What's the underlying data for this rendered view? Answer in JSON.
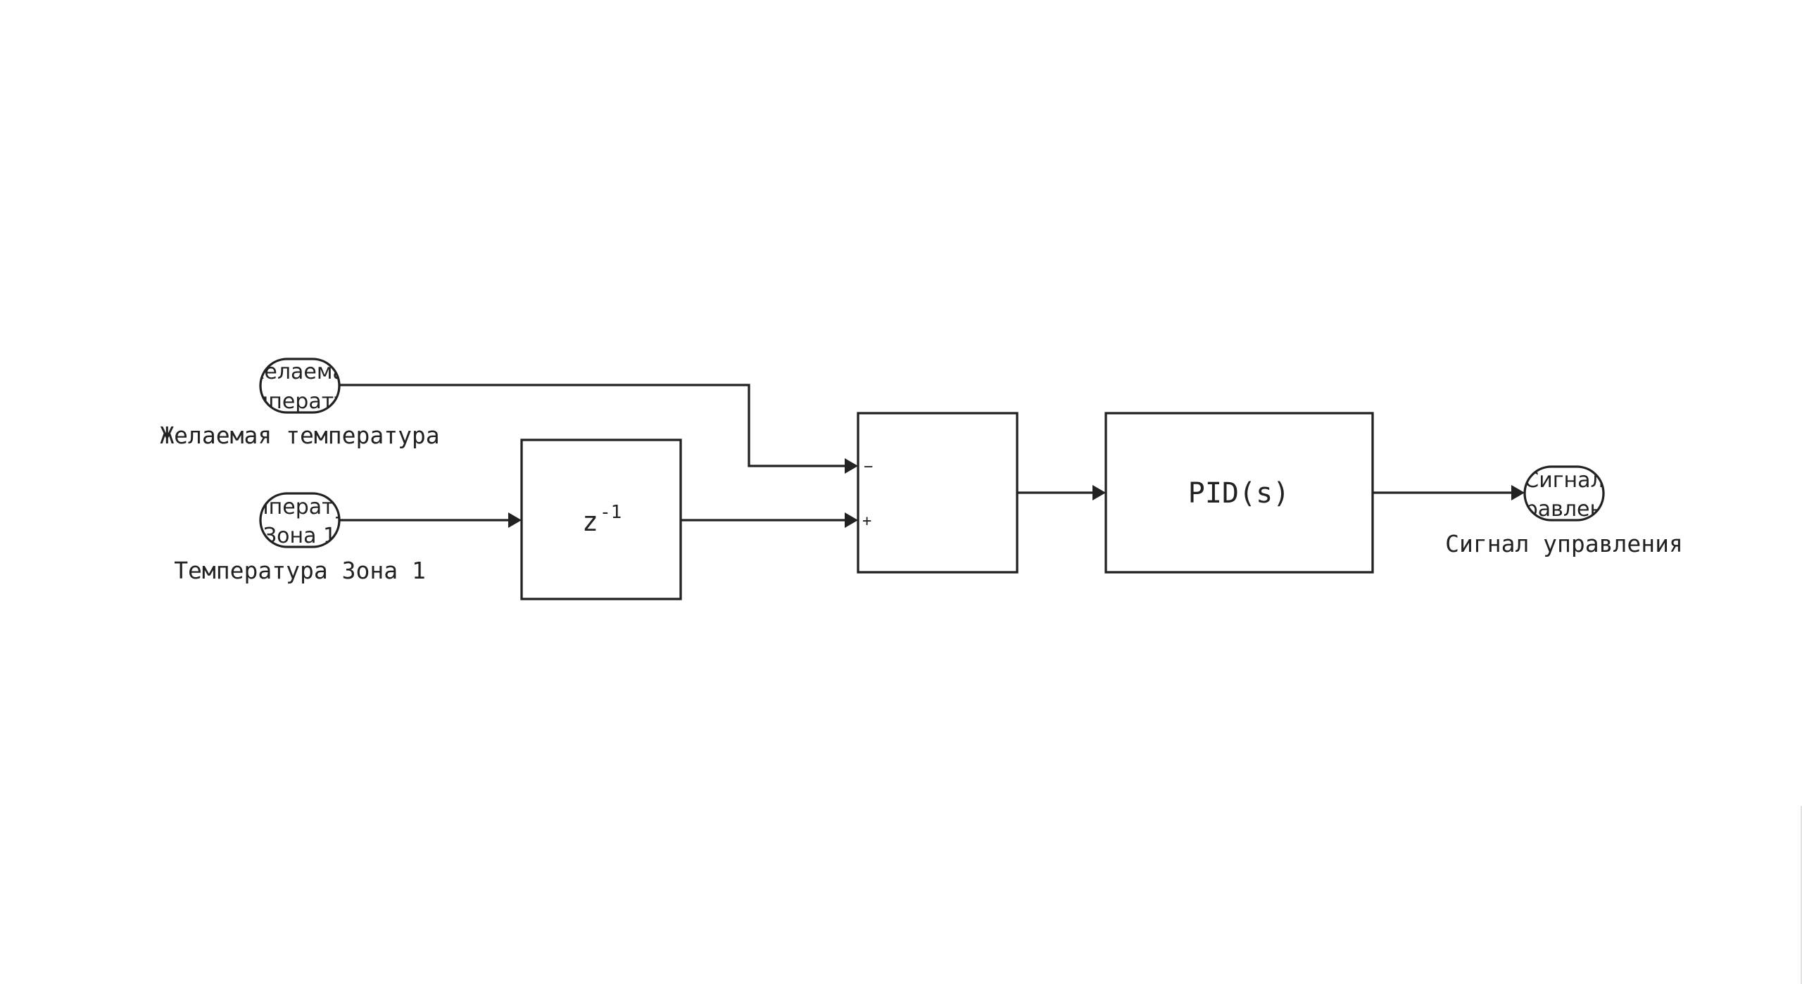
{
  "ports": {
    "setpoint": {
      "inner_line1": "Желаемая",
      "inner_line2": "температура",
      "label": "Желаемая температура"
    },
    "temperature": {
      "inner_line1": "Температура",
      "inner_line2": "Зона 1",
      "label": "Температура Зона 1"
    },
    "output": {
      "inner_line1": "Сигнал",
      "inner_line2": "управления",
      "label": "Сигнал управления"
    }
  },
  "blocks": {
    "delay": {
      "base": "z",
      "exponent": "-1"
    },
    "sum": {
      "sign_top": "−",
      "sign_bottom": "+"
    },
    "pid": {
      "label": "PID(s)"
    }
  },
  "colors": {
    "line": "#222222",
    "background": "#ffffff"
  }
}
